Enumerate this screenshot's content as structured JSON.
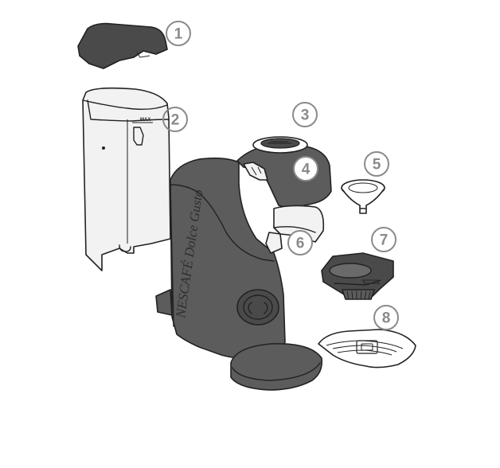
{
  "diagram": {
    "brand_text": "NESCAFÉ Dolce Gusto",
    "max_label": "MAX",
    "callouts": [
      "1",
      "2",
      "3",
      "4",
      "5",
      "6",
      "7",
      "8"
    ]
  },
  "colors": {
    "part_fill": "#5c5c5c",
    "outline": "#222222",
    "callout": "#8a8a8a",
    "tank_fill": "#f2f2f2"
  }
}
